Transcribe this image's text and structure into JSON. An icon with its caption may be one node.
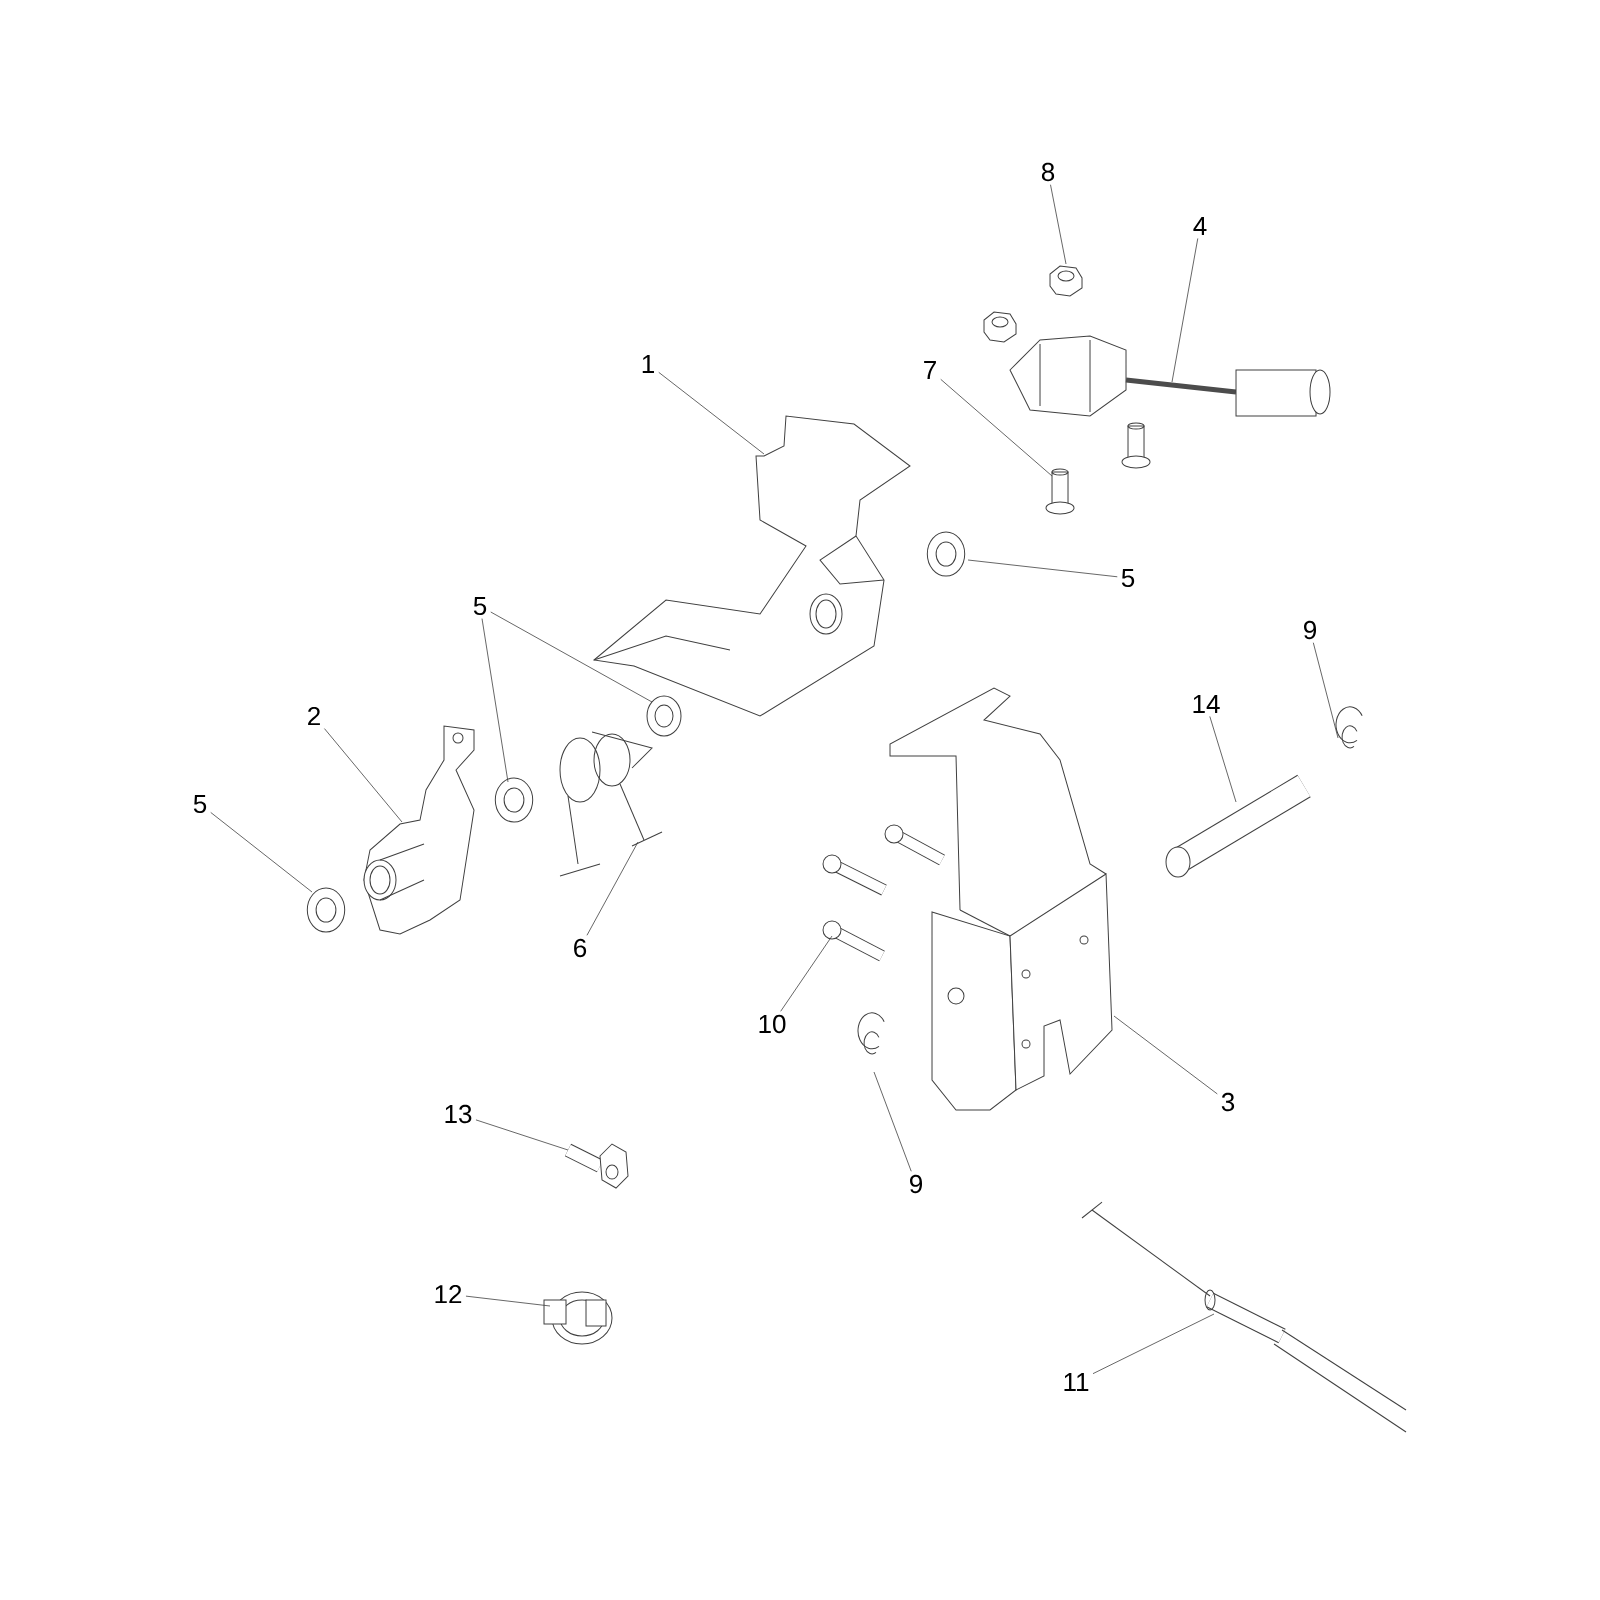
{
  "diagram": {
    "nodes": [
      {
        "text": [
          "8"
        ]
      },
      {
        "text": [
          "4"
        ]
      },
      {
        "text": [
          "1"
        ]
      },
      {
        "text": [
          "7"
        ]
      },
      {
        "text": [
          "5"
        ]
      },
      {
        "text": [
          "5"
        ]
      },
      {
        "text": [
          "9"
        ]
      },
      {
        "text": [
          "14"
        ]
      },
      {
        "text": [
          "2"
        ]
      },
      {
        "text": [
          "5"
        ]
      },
      {
        "text": [
          "6"
        ]
      },
      {
        "text": [
          "10"
        ]
      },
      {
        "text": [
          "3"
        ]
      },
      {
        "text": [
          "13"
        ]
      },
      {
        "text": [
          "9"
        ]
      },
      {
        "text": [
          "12"
        ]
      },
      {
        "text": [
          "11"
        ]
      },
      {
        "text": [],
        "shape": "picture"
      },
      {
        "text": [],
        "shape": "picture"
      },
      {
        "text": [],
        "shape": "picture"
      },
      {
        "text": [],
        "shape": "picture"
      },
      {
        "text": [],
        "shape": "picture"
      },
      {
        "text": [],
        "shape": "picture"
      },
      {
        "text": [],
        "shape": "picture"
      },
      {
        "text": [],
        "shape": "picture"
      },
      {
        "text": [],
        "shape": "picture"
      },
      {
        "text": [],
        "shape": "picture"
      },
      {
        "text": [],
        "shape": "picture"
      },
      {
        "text": [],
        "shape": "picture"
      },
      {
        "text": [],
        "shape": "picture"
      },
      {
        "text": [],
        "shape": "picture"
      },
      {
        "text": [],
        "shape": "picture"
      },
      {
        "text": [],
        "shape": "picture"
      },
      {
        "text": [],
        "shape": "picture"
      },
      {
        "text": [],
        "shape": "picture"
      }
    ],
    "edges": [
      {
        "from": 0,
        "to": 17,
        "arrow": "none"
      },
      {
        "from": 1,
        "to": 18,
        "arrow": "none"
      },
      {
        "from": 2,
        "to": 19,
        "arrow": "none"
      },
      {
        "from": 3,
        "to": 20,
        "arrow": "none"
      },
      {
        "from": 4,
        "to": 22,
        "arrow": "none"
      },
      {
        "from": 4,
        "to": 23,
        "arrow": "none"
      },
      {
        "from": 5,
        "to": 21,
        "arrow": "none"
      },
      {
        "from": 6,
        "to": 24,
        "arrow": "none"
      },
      {
        "from": 7,
        "to": 25,
        "arrow": "none"
      },
      {
        "from": 8,
        "to": 26,
        "arrow": "none"
      },
      {
        "from": 9,
        "to": 27,
        "arrow": "none"
      },
      {
        "from": 10,
        "to": 28,
        "arrow": "none"
      },
      {
        "from": 11,
        "to": 29,
        "arrow": "none"
      },
      {
        "from": 12,
        "to": 30,
        "arrow": "none"
      },
      {
        "from": 13,
        "to": 32,
        "arrow": "none"
      },
      {
        "from": 14,
        "to": 31,
        "arrow": "none"
      },
      {
        "from": 15,
        "to": 33,
        "arrow": "none"
      },
      {
        "from": 16,
        "to": 34,
        "arrow": "none"
      }
    ]
  }
}
